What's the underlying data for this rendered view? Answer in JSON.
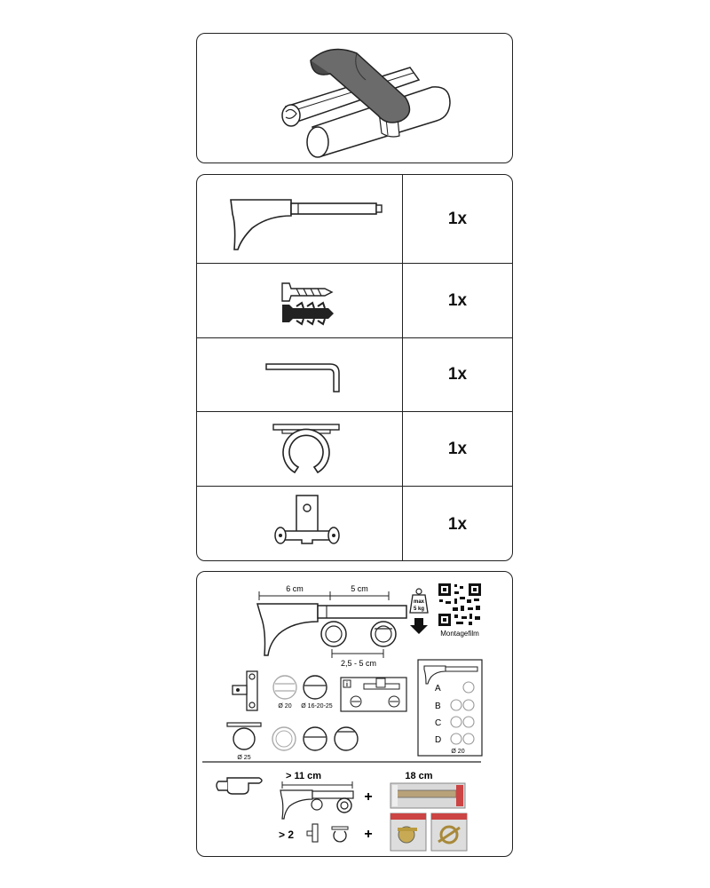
{
  "parts": [
    {
      "name": "bracket",
      "qty": "1x"
    },
    {
      "name": "screw-and-plug",
      "qty": "1x"
    },
    {
      "name": "allen-key",
      "qty": "1x"
    },
    {
      "name": "rod-ring",
      "qty": "1x"
    },
    {
      "name": "mounting-plate",
      "qty": "1x"
    }
  ],
  "assembly": {
    "dim_a": "6 cm",
    "dim_b": "5 cm",
    "dim_c": "2,5 - 5 cm",
    "max_label_1": "max",
    "max_label_2": "5 kg",
    "video_label": "Montagefilm",
    "d20": "Ø 20",
    "d16": "Ø 16-20-25",
    "d25": "Ø 25",
    "info_badge": "i",
    "opt_a": "A",
    "opt_b": "B",
    "opt_c": "C",
    "opt_d": "D",
    "opt_d20": "Ø 20",
    "span_11": "> 11 cm",
    "span_18": "18 cm",
    "more_than_2": "> 2",
    "plus": "+"
  }
}
